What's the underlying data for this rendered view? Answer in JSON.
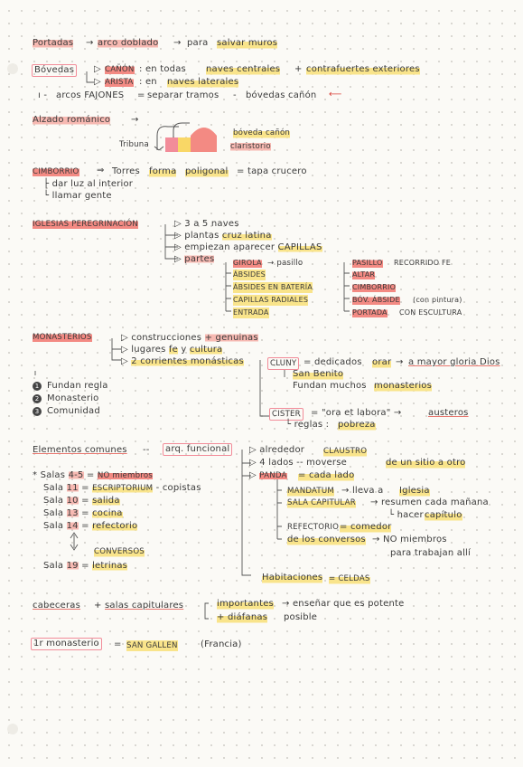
{
  "portadas": {
    "label": "Portadas",
    "arrow": "→",
    "text1": "arco doblado",
    "arrow2": "→",
    "text2": "para",
    "text3": "salvar muros"
  },
  "bovedas": {
    "label": "Bóvedas",
    "canon": "CAÑÓN",
    "canon_text1": ": en todas",
    "canon_text2": "naves centrales",
    "canon_plus": "+",
    "canon_text3": "contrafuertes exteriores",
    "arista": "ARISTA",
    "arista_text1": ": en",
    "arista_text2": "naves laterales",
    "arcos_prefix": "ı -",
    "arcos": "arcos FAJONES",
    "arcos_eq": "=",
    "arcos_text": "separar tramos",
    "arcos_dash": "-",
    "arcos_tail": "bóvedas cañón"
  },
  "alzado": {
    "label": "Alzado románico",
    "arrow": "→",
    "boveda": "bóveda cañón",
    "tribuna": "Tribuna",
    "claristorio": "claristorio"
  },
  "cimborrio": {
    "label": "CIMBORRIO",
    "arrow": "⇒",
    "text1": "Torres",
    "text2": "forma",
    "text3": "poligonal",
    "text4": "= tapa crucero",
    "sub1": "dar luz al interior",
    "sub2": "llamar gente"
  },
  "peregrinacion": {
    "label": "IGLESIAS PEREGRINACIÓN",
    "items": [
      "3 a 5 naves",
      "plantas cruz latina",
      "empiezan aparecer CAPILLAS"
    ],
    "items_hl": [
      "",
      "cruz latina",
      "CAPILLAS"
    ],
    "partes": "partes",
    "partes_left": [
      "GIROLA",
      "ÁBSIDES",
      "ÁBSIDES EN BATERÍA",
      "CAPILLAS RADIALES",
      "ENTRADA"
    ],
    "girola_tail": "→ pasillo",
    "partes_right": [
      "PASILLO",
      "ALTAR",
      "CIMBORRIO",
      "BÓV. ÁBSIDE",
      "PORTADA"
    ],
    "pasillo_tail": "RECORRIDO FE",
    "boveda_tail": "(con pintura)",
    "portada_tail": "CON ESCULTURA"
  },
  "monasterios": {
    "label": "MONASTERIOS",
    "items": [
      "construcciones + genuinas",
      "lugares fe y cultura",
      "2 corrientes monásticas"
    ],
    "numbered": [
      "Fundan regla",
      "Monasterio",
      "Comunidad"
    ],
    "cluny": "CLUNY",
    "cluny_text1": "= dedicados",
    "cluny_orar": "orar",
    "cluny_text2": "→",
    "cluny_text3": "a mayor gloria Dios",
    "san_benito": "San Benito",
    "fundan": "Fundan muchos",
    "fundan_hl": "monasterios",
    "cister": "CISTER",
    "cister_text": "= \"ora et labora\" →",
    "austeros": "austeros",
    "reglas": "└ reglas :",
    "pobreza": "pobreza"
  },
  "elementos": {
    "label": "Elementos comunes",
    "dashes": "--",
    "arq": "arq. funcional",
    "alrededor": "alrededor",
    "claustro": "CLAUSTRO",
    "cuatro": "4 lados -- moverse",
    "de_un": "de un sitio a otro",
    "panda": "PANDA",
    "cada_lado": "= cada lado",
    "mandatum": "MANDATUM",
    "mandatum_text": "→ lleva a",
    "iglesia": "Iglesia",
    "sala_cap": "SALA CAPITULAR",
    "sala_cap_text": "→ resumen cada mañana",
    "hacer": "└ hacer",
    "capitulo": "capítulo",
    "refectorio": "REFECTORIO",
    "comedor": "= comedor",
    "conversos": "de los conversos",
    "no_miembros": "→ NO miembros",
    "para_trabajan": "para trabajan allí",
    "habitaciones": "Habitaciones",
    "celdas": "= CELDAS"
  },
  "salas": {
    "rows": [
      {
        "prefix": "* Salas",
        "num": "4-5",
        "eq": "=",
        "label": "NO miembros"
      },
      {
        "prefix": "Sala",
        "num": "11",
        "eq": "=",
        "label": "ESCRIPTORIUM",
        "tail": "- copistas"
      },
      {
        "prefix": "Sala",
        "num": "10",
        "eq": "=",
        "label": "salida"
      },
      {
        "prefix": "Sala",
        "num": "13",
        "eq": "=",
        "label": "cocina"
      },
      {
        "prefix": "Sala",
        "num": "14",
        "eq": "=",
        "label": "refectorio"
      }
    ],
    "conversos": "CONVERSOS",
    "last": {
      "prefix": "Sala",
      "num": "19",
      "eq": "=",
      "label": "letrinas"
    }
  },
  "cabeceras": {
    "text1": "cabeceras",
    "plus": "+",
    "text2": "salas capitulares",
    "bracket": "[",
    "imp": "importantes",
    "imp_tail": "→ enseñar que es potente",
    "dia": "+ diáfanas",
    "dia_tail": "posible"
  },
  "primer": {
    "label": "1r monasterio",
    "eq": "=",
    "name": "SAN GALLEN",
    "country": "(Francia)"
  },
  "colors": {
    "accent": "#f28c99",
    "highlight_pink": "#f7b9b2",
    "highlight_red": "#f38a83",
    "highlight_yellow": "#f9e48b"
  }
}
